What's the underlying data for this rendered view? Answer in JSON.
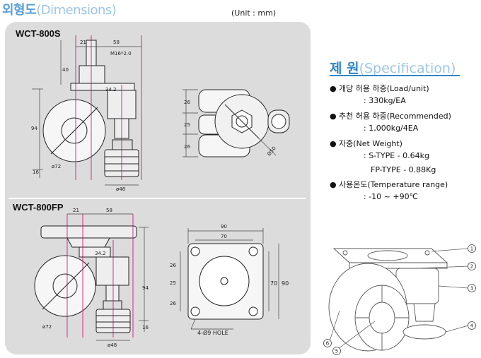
{
  "header": {
    "title_ko": "외형도",
    "title_en": "(Dimensions)",
    "unit": "(Unit : mm)"
  },
  "models": {
    "top": "WCT-800S",
    "bottom": "WCT-800FP"
  },
  "top_dims": {
    "d21": "21",
    "d58": "58",
    "thread": "M16*2.0",
    "d40": "40",
    "d34_2": "34.2",
    "d94": "94",
    "d16": "16",
    "d72": "ø72",
    "d48": "ø48",
    "d26a": "26",
    "d25": "25",
    "d26b": "26",
    "d50": "Ø50"
  },
  "bottom_dims": {
    "d21": "21",
    "d58": "58",
    "d34_2": "34.2",
    "d94": "94",
    "d16": "16",
    "d72": "ø72",
    "d48": "ø48",
    "d90": "90",
    "d70": "70",
    "d26a": "26",
    "d25": "25",
    "d26b": "26",
    "d70v": "70",
    "d90v": "90",
    "holes": "4-Ø9 HOLE"
  },
  "spec": {
    "title_ko": "제 원",
    "title_en": "(Specification)",
    "bullet": "●",
    "lines": [
      {
        "bullet": true,
        "text": "개당 허용 하중(Load/unit)"
      },
      {
        "bullet": false,
        "text": ": 330kg/EA"
      },
      {
        "bullet": true,
        "text": "추천 허용 하중(Recommended)"
      },
      {
        "bullet": false,
        "text": ": 1,000kg/4EA"
      },
      {
        "bullet": true,
        "text": "자중(Net Weight)"
      },
      {
        "bullet": false,
        "text": ": S-TYPE - 0.64kg"
      },
      {
        "bullet": false,
        "text": "FP-TYPE - 0.88Kg"
      },
      {
        "bullet": true,
        "text": "사용온도(Temperature range)"
      },
      {
        "bullet": false,
        "text": ": -10 ~ +90℃"
      }
    ]
  },
  "callouts": [
    "1",
    "2",
    "3",
    "4",
    "5",
    "6"
  ]
}
